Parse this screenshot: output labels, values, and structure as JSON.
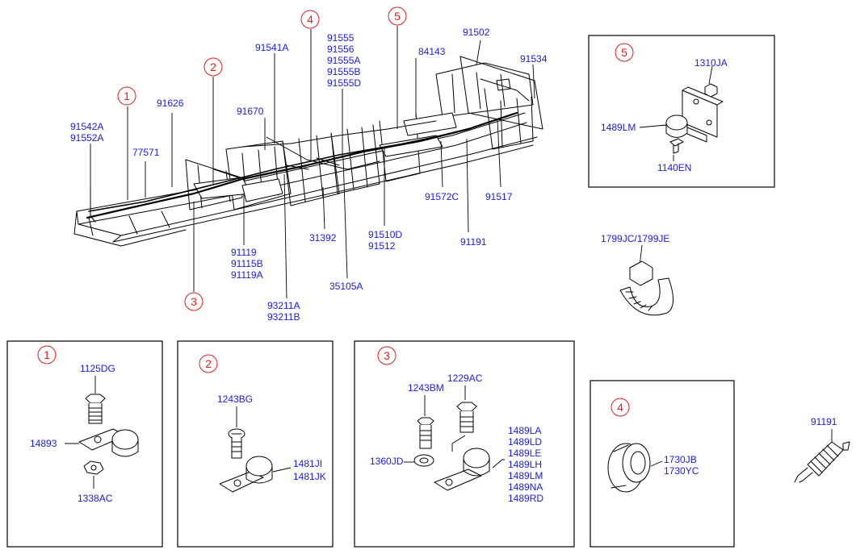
{
  "colors": {
    "part_number": "#1a1ae6",
    "callout": "#e0201a",
    "line": "#000000"
  },
  "main": {
    "callouts": [
      "1",
      "2",
      "3",
      "4",
      "5"
    ],
    "labels": {
      "p91542a": "91542A",
      "p91552a": "91552A",
      "p91626": "91626",
      "p77571": "77571",
      "p91541a": "91541A",
      "p91670": "91670",
      "p91555": "91555",
      "p91556": "91556",
      "p91555a": "91555A",
      "p91555b": "91555B",
      "p91555d": "91555D",
      "p84143": "84143",
      "p91502": "91502",
      "p91534": "91534",
      "p91119": "91119",
      "p91115b": "91115B",
      "p91119a": "91119A",
      "p31392": "31392",
      "p35105a": "35105A",
      "p93211a": "93211A",
      "p93211b": "93211B",
      "p91510d": "91510D",
      "p91512": "91512",
      "p91572c": "91572C",
      "p91517": "91517",
      "p91191": "91191"
    }
  },
  "detail5": {
    "callout": "5",
    "labels": {
      "p1310ja": "1310JA",
      "p1489lm": "1489LM",
      "p1140en": "1140EN"
    }
  },
  "tie": {
    "label": "1799JC/1799JE"
  },
  "detail1": {
    "callout": "1",
    "labels": {
      "p1125dg": "1125DG",
      "p14893": "14893",
      "p1338ac": "1338AC"
    }
  },
  "detail2": {
    "callout": "2",
    "labels": {
      "p1243bg": "1243BG",
      "p1481ji": "1481JI",
      "p1481jk": "1481JK"
    }
  },
  "detail3": {
    "callout": "3",
    "labels": {
      "p1243bm": "1243BM",
      "p1229ac": "1229AC",
      "p1360jd": "1360JD"
    },
    "clamp_parts": [
      "1489LA",
      "1489LD",
      "1489LE",
      "1489LH",
      "1489LM",
      "1489NA",
      "1489RD"
    ]
  },
  "detail4": {
    "callout": "4",
    "labels": {
      "p1730jb": "1730JB",
      "p1730yc": "1730YC"
    }
  },
  "plug": {
    "label": "91191"
  }
}
